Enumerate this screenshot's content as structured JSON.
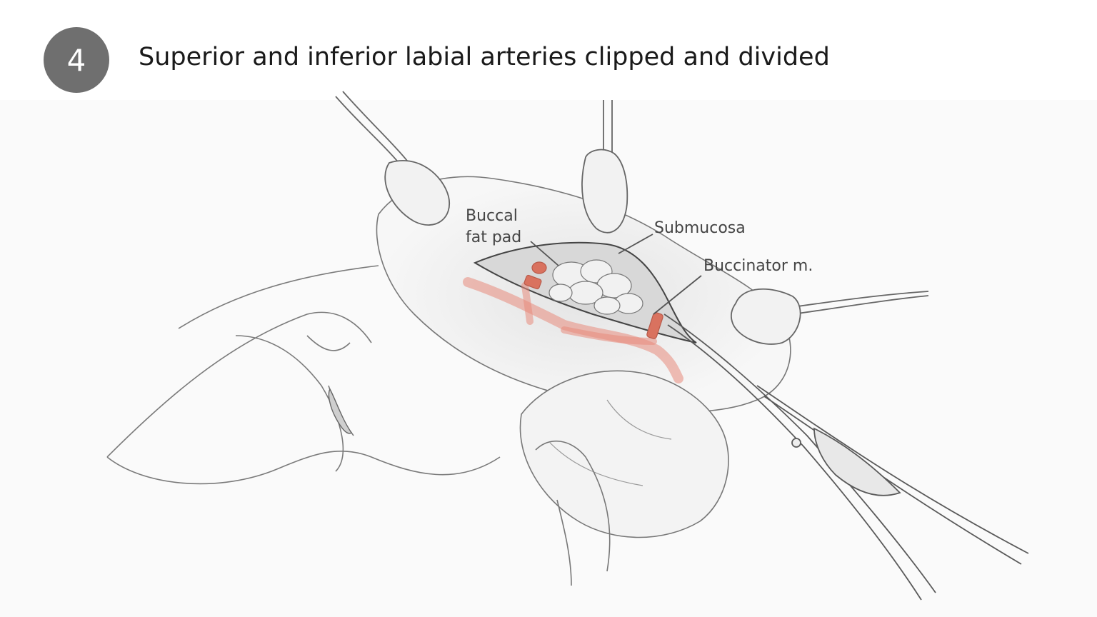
{
  "header": {
    "step_number": "4",
    "title": "Superior and inferior labial arteries clipped and divided"
  },
  "labels": {
    "buccal_line1": "Buccal",
    "buccal_line2": "fat pad",
    "submucosa": "Submucosa",
    "buccinator": "Buccinator m."
  },
  "colors": {
    "badge": "#6f6f6f",
    "artery": "#e88a7c",
    "clip": "#d9725f",
    "line": "#555555"
  }
}
